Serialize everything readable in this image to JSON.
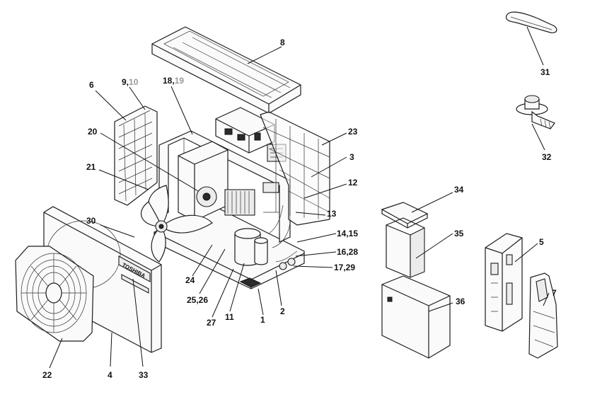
{
  "diagram": {
    "callouts": [
      {
        "id": "c8",
        "text": "8"
      },
      {
        "id": "c9",
        "text": "9,",
        "alt": "10"
      },
      {
        "id": "c18",
        "text": "18,",
        "alt": "19"
      },
      {
        "id": "c6",
        "text": "6"
      },
      {
        "id": "c20",
        "text": "20"
      },
      {
        "id": "c21",
        "text": "21"
      },
      {
        "id": "c23",
        "text": "23"
      },
      {
        "id": "c3",
        "text": "3"
      },
      {
        "id": "c12",
        "text": "12"
      },
      {
        "id": "c13",
        "text": "13"
      },
      {
        "id": "c14",
        "text": "14,15"
      },
      {
        "id": "c16",
        "text": "16,28"
      },
      {
        "id": "c17",
        "text": "17,29"
      },
      {
        "id": "c30",
        "text": "30"
      },
      {
        "id": "c24",
        "text": "24"
      },
      {
        "id": "c25",
        "text": "25,26"
      },
      {
        "id": "c27",
        "text": "27"
      },
      {
        "id": "c11",
        "text": "11"
      },
      {
        "id": "c1",
        "text": "1"
      },
      {
        "id": "c2",
        "text": "2"
      },
      {
        "id": "c22",
        "text": "22"
      },
      {
        "id": "c4",
        "text": "4"
      },
      {
        "id": "c33",
        "text": "33"
      },
      {
        "id": "c31",
        "text": "31"
      },
      {
        "id": "c32",
        "text": "32"
      },
      {
        "id": "c34",
        "text": "34"
      },
      {
        "id": "c35",
        "text": "35"
      },
      {
        "id": "c36",
        "text": "36"
      },
      {
        "id": "c5",
        "text": "5"
      },
      {
        "id": "c7",
        "text": "7"
      }
    ],
    "brand_plate_text": "TOSHIBA",
    "colors": {
      "line": "#1c1c1c",
      "grey_label": "#9a9a9a",
      "background": "#ffffff"
    }
  }
}
